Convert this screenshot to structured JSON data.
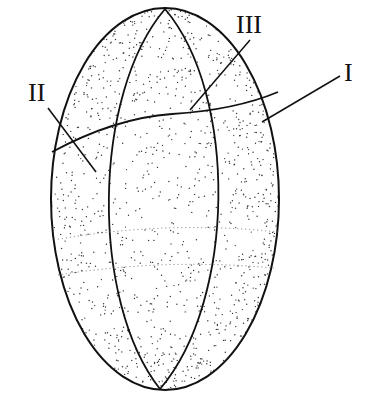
{
  "diagram": {
    "labels": [
      "III",
      "I",
      "II"
    ]
  }
}
